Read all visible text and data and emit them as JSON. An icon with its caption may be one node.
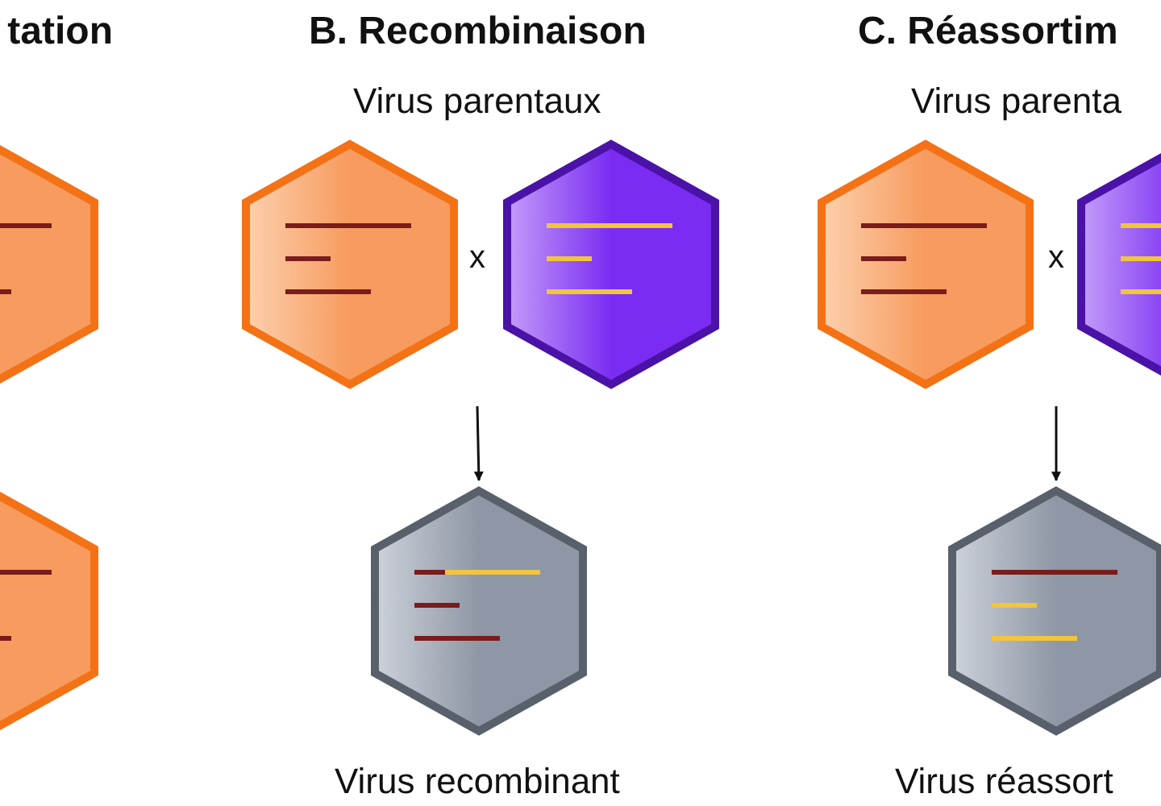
{
  "diagram": {
    "nodes": [
      {
        "text": [],
        "shape": "hexagon"
      },
      {
        "text": [],
        "shape": "hexagon"
      },
      {
        "text": [],
        "shape": "hexagon"
      },
      {
        "text": [],
        "shape": "hexagon"
      },
      {
        "text": [],
        "shape": "hexagon"
      },
      {
        "text": [],
        "shape": "hexagon"
      },
      {
        "text": [],
        "shape": "hexagon"
      },
      {
        "text": [],
        "shape": "hexagon"
      }
    ],
    "edges": [
      {
        "from": null,
        "to": 6,
        "arrow": "to"
      },
      {
        "from": null,
        "to": 7,
        "arrow": "to"
      }
    ],
    "labels": [
      "tation",
      "B. Recombinaison",
      "C. Réassortim",
      "Virus parentaux",
      "Virus parenta",
      "x",
      "x",
      "Virus recombinant",
      "Virus réassort"
    ]
  }
}
